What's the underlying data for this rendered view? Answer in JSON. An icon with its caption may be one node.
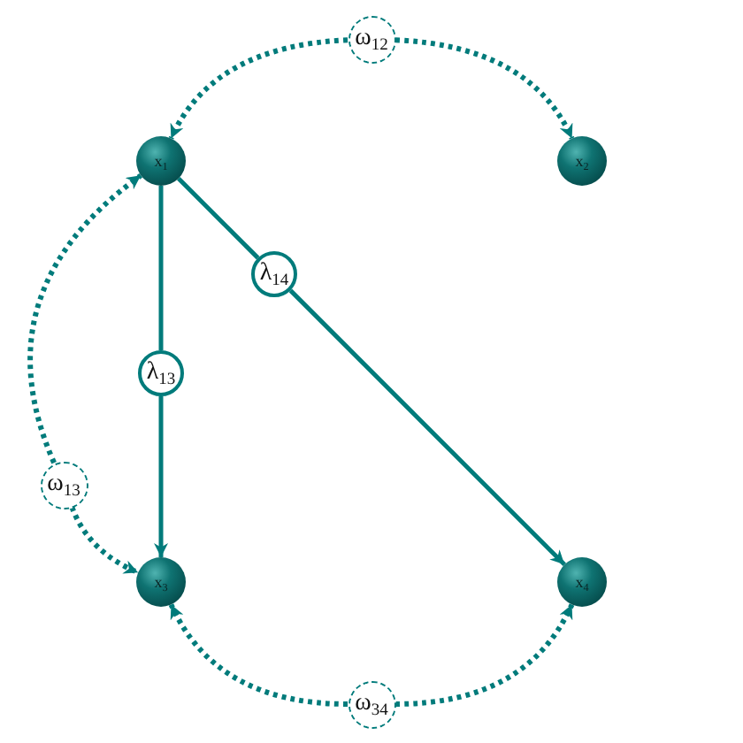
{
  "diagram": {
    "nodes": [
      {
        "text": [
          "ω$_{12}$"
        ]
      },
      {
        "text": [
          "x$_{1}$"
        ]
      },
      {
        "text": [
          "x$_{2}$"
        ]
      },
      {
        "text": [
          "λ$_{14}$"
        ]
      },
      {
        "text": [
          "λ$_{13}$"
        ]
      },
      {
        "text": [
          "ω$_{13}$"
        ]
      },
      {
        "text": [
          "x$_{3}$"
        ]
      },
      {
        "text": [
          "x$_{4}$"
        ]
      },
      {
        "text": [
          "ω$_{34}$"
        ]
      }
    ],
    "edges": [
      {
        "from": 0,
        "to": 1,
        "arrow": "to",
        "style": "dashed"
      },
      {
        "from": 0,
        "to": 2,
        "arrow": "to",
        "style": "dashed"
      },
      {
        "from": 5,
        "to": 1,
        "arrow": "to",
        "style": "dashed"
      },
      {
        "from": 5,
        "to": 6,
        "arrow": "to",
        "style": "dashed"
      },
      {
        "from": 8,
        "to": 6,
        "arrow": "to",
        "style": "dashed"
      },
      {
        "from": 8,
        "to": 7,
        "arrow": "to",
        "style": "dashed"
      },
      {
        "from": 1,
        "to": 4,
        "arrow": "none"
      },
      {
        "from": 4,
        "to": 6,
        "arrow": "to"
      },
      {
        "from": 1,
        "to": 3,
        "arrow": "none"
      },
      {
        "from": 3,
        "to": 7,
        "arrow": "to"
      }
    ]
  }
}
